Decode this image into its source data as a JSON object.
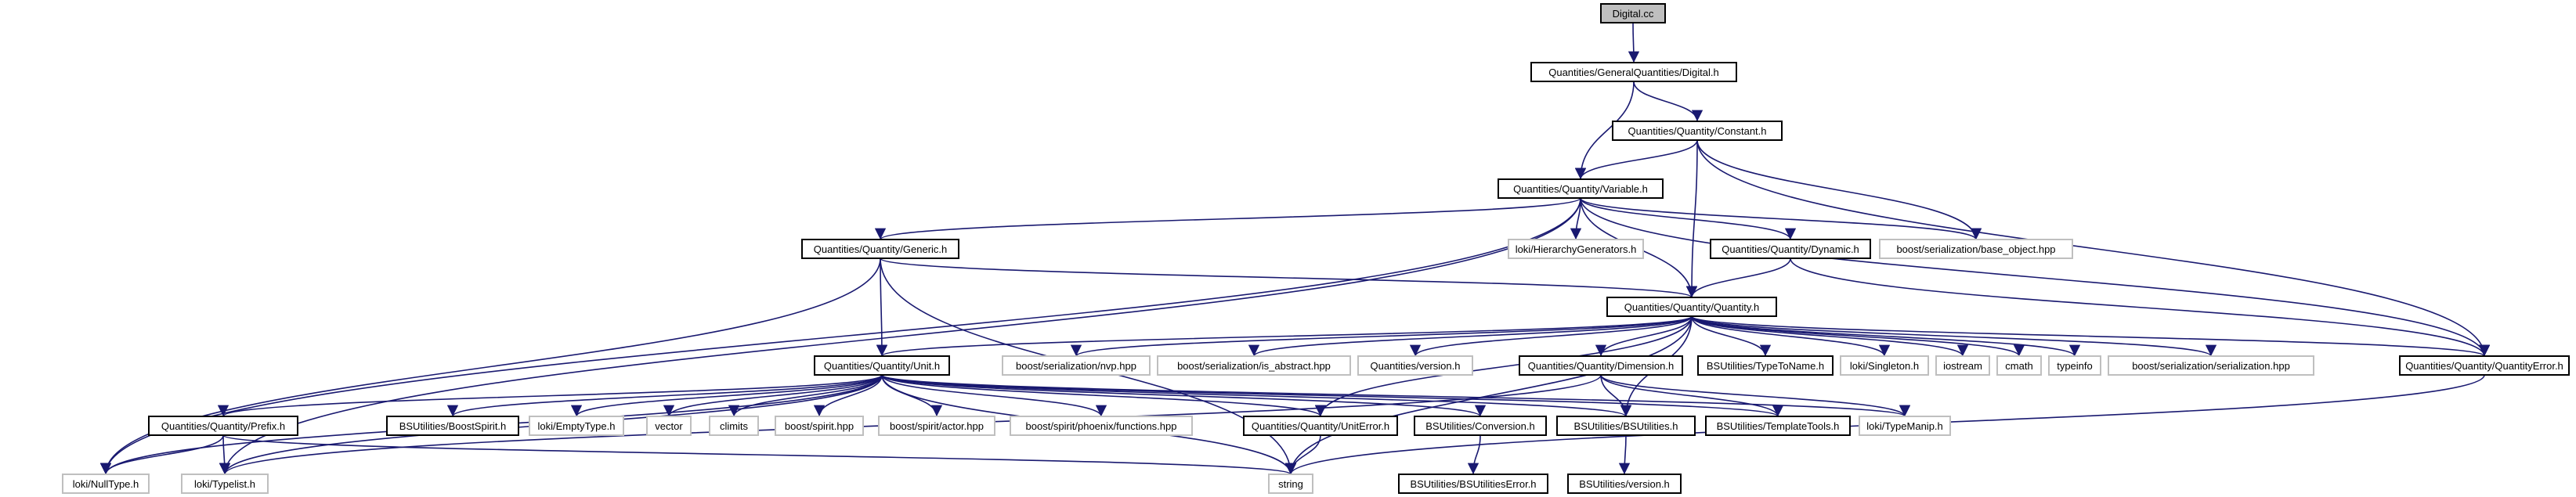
{
  "graph": {
    "root": "Digital.cc",
    "nodes": [
      {
        "id": "n0",
        "label": "Digital.cc",
        "style": "root"
      },
      {
        "id": "n1",
        "label": "Quantities/GeneralQuantities/Digital.h",
        "style": "dark"
      },
      {
        "id": "n2",
        "label": "Quantities/Quantity/Constant.h",
        "style": "dark"
      },
      {
        "id": "n3",
        "label": "Quantities/Quantity/Variable.h",
        "style": "dark"
      },
      {
        "id": "n4",
        "label": "loki/HierarchyGenerators.h",
        "style": "light"
      },
      {
        "id": "n5",
        "label": "boost/serialization/base_object.hpp",
        "style": "light"
      },
      {
        "id": "n6",
        "label": "Quantities/Quantity/Generic.h",
        "style": "dark"
      },
      {
        "id": "n7",
        "label": "Quantities/Quantity/Dynamic.h",
        "style": "dark"
      },
      {
        "id": "n8",
        "label": "Quantities/Quantity/Quantity.h",
        "style": "dark"
      },
      {
        "id": "n9",
        "label": "Quantities/Quantity/Unit.h",
        "style": "dark"
      },
      {
        "id": "n10",
        "label": "boost/serialization/nvp.hpp",
        "style": "light"
      },
      {
        "id": "n11",
        "label": "boost/serialization/is_abstract.hpp",
        "style": "light"
      },
      {
        "id": "n12",
        "label": "Quantities/version.h",
        "style": "light"
      },
      {
        "id": "n13",
        "label": "Quantities/Quantity/Dimension.h",
        "style": "dark"
      },
      {
        "id": "n14",
        "label": "BSUtilities/TypeToName.h",
        "style": "dark"
      },
      {
        "id": "n15",
        "label": "loki/Singleton.h",
        "style": "light"
      },
      {
        "id": "n16",
        "label": "iostream",
        "style": "light"
      },
      {
        "id": "n17",
        "label": "cmath",
        "style": "light"
      },
      {
        "id": "n18",
        "label": "typeinfo",
        "style": "light"
      },
      {
        "id": "n19",
        "label": "boost/serialization/serialization.hpp",
        "style": "light"
      },
      {
        "id": "n20",
        "label": "Quantities/Quantity/QuantityError.h",
        "style": "dark"
      },
      {
        "id": "n21",
        "label": "Quantities/Quantity/Prefix.h",
        "style": "dark"
      },
      {
        "id": "n22",
        "label": "BSUtilities/BoostSpirit.h",
        "style": "dark"
      },
      {
        "id": "n23",
        "label": "loki/EmptyType.h",
        "style": "light"
      },
      {
        "id": "n24",
        "label": "vector",
        "style": "light"
      },
      {
        "id": "n25",
        "label": "climits",
        "style": "light"
      },
      {
        "id": "n26",
        "label": "boost/spirit.hpp",
        "style": "light"
      },
      {
        "id": "n27",
        "label": "boost/spirit/actor.hpp",
        "style": "light"
      },
      {
        "id": "n28",
        "label": "boost/spirit/phoenix/functions.hpp",
        "style": "light"
      },
      {
        "id": "n29",
        "label": "Quantities/Quantity/UnitError.h",
        "style": "dark"
      },
      {
        "id": "n30",
        "label": "BSUtilities/Conversion.h",
        "style": "dark"
      },
      {
        "id": "n31",
        "label": "BSUtilities/BSUtilities.h",
        "style": "dark"
      },
      {
        "id": "n32",
        "label": "BSUtilities/TemplateTools.h",
        "style": "dark"
      },
      {
        "id": "n33",
        "label": "loki/TypeManip.h",
        "style": "light"
      },
      {
        "id": "n34",
        "label": "loki/NullType.h",
        "style": "light"
      },
      {
        "id": "n35",
        "label": "loki/Typelist.h",
        "style": "light"
      },
      {
        "id": "n36",
        "label": "string",
        "style": "light"
      },
      {
        "id": "n37",
        "label": "BSUtilities/BSUtilitiesError.h",
        "style": "dark"
      },
      {
        "id": "n38",
        "label": "BSUtilities/version.h",
        "style": "dark"
      }
    ],
    "edges": [
      [
        "n0",
        "n1"
      ],
      [
        "n1",
        "n2"
      ],
      [
        "n1",
        "n3"
      ],
      [
        "n2",
        "n3"
      ],
      [
        "n2",
        "n8"
      ],
      [
        "n2",
        "n5"
      ],
      [
        "n2",
        "n20"
      ],
      [
        "n3",
        "n4"
      ],
      [
        "n3",
        "n5"
      ],
      [
        "n3",
        "n6"
      ],
      [
        "n3",
        "n7"
      ],
      [
        "n3",
        "n8"
      ],
      [
        "n3",
        "n20"
      ],
      [
        "n3",
        "n34"
      ],
      [
        "n3",
        "n35"
      ],
      [
        "n6",
        "n8"
      ],
      [
        "n6",
        "n9"
      ],
      [
        "n6",
        "n34"
      ],
      [
        "n6",
        "n36"
      ],
      [
        "n7",
        "n8"
      ],
      [
        "n7",
        "n20"
      ],
      [
        "n8",
        "n9"
      ],
      [
        "n8",
        "n10"
      ],
      [
        "n8",
        "n11"
      ],
      [
        "n8",
        "n12"
      ],
      [
        "n8",
        "n13"
      ],
      [
        "n8",
        "n14"
      ],
      [
        "n8",
        "n15"
      ],
      [
        "n8",
        "n16"
      ],
      [
        "n8",
        "n17"
      ],
      [
        "n8",
        "n18"
      ],
      [
        "n8",
        "n19"
      ],
      [
        "n8",
        "n20"
      ],
      [
        "n8",
        "n31"
      ],
      [
        "n8",
        "n36"
      ],
      [
        "n8",
        "n29"
      ],
      [
        "n9",
        "n21"
      ],
      [
        "n9",
        "n22"
      ],
      [
        "n9",
        "n23"
      ],
      [
        "n9",
        "n24"
      ],
      [
        "n9",
        "n25"
      ],
      [
        "n9",
        "n26"
      ],
      [
        "n9",
        "n27"
      ],
      [
        "n9",
        "n28"
      ],
      [
        "n9",
        "n29"
      ],
      [
        "n9",
        "n30"
      ],
      [
        "n9",
        "n31"
      ],
      [
        "n9",
        "n32"
      ],
      [
        "n9",
        "n33"
      ],
      [
        "n9",
        "n34"
      ],
      [
        "n9",
        "n35"
      ],
      [
        "n9",
        "n36"
      ],
      [
        "n13",
        "n32"
      ],
      [
        "n13",
        "n31"
      ],
      [
        "n13",
        "n33"
      ],
      [
        "n13",
        "n35"
      ],
      [
        "n20",
        "n36"
      ],
      [
        "n21",
        "n34"
      ],
      [
        "n21",
        "n35"
      ],
      [
        "n21",
        "n36"
      ],
      [
        "n29",
        "n36"
      ],
      [
        "n30",
        "n37"
      ],
      [
        "n31",
        "n38"
      ]
    ]
  }
}
